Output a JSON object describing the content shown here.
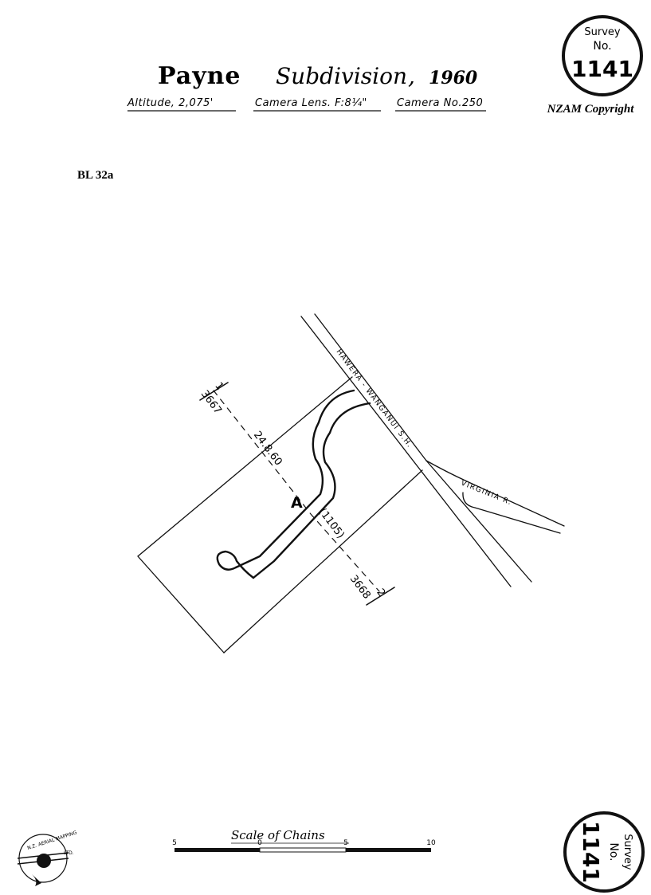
{
  "header": {
    "name": "Payne",
    "word": "Subdivision",
    "comma": ",",
    "year": "1960",
    "altitude": "Altitude, 2,075'",
    "lens": "Camera Lens. F:8¼\"",
    "camera": "Camera No.250"
  },
  "copyright": "NZAM Copyright",
  "sheet_ref": "BL 32a",
  "survey_seal": {
    "line1": "Survey",
    "line2": "No.",
    "number": "1141"
  },
  "roads": {
    "main": "HAWERA - WANGANUI S.H.",
    "side": "VIRGINIA R."
  },
  "plan": {
    "lot_a": "A",
    "lot_left_num": "1",
    "lot_left_ref": "3667",
    "lot_right_num": "2",
    "lot_right_ref": "3668",
    "date": "24.8.60",
    "paren": "(1105)"
  },
  "scale": {
    "title": "Scale of Chains",
    "ticks": [
      "5",
      "0",
      "5",
      "10"
    ]
  },
  "logo": {
    "text": "N.Z. AERIAL MAPPING",
    "suffix": "LTD."
  },
  "colors": {
    "ink": "#111111",
    "paper": "#ffffff"
  }
}
